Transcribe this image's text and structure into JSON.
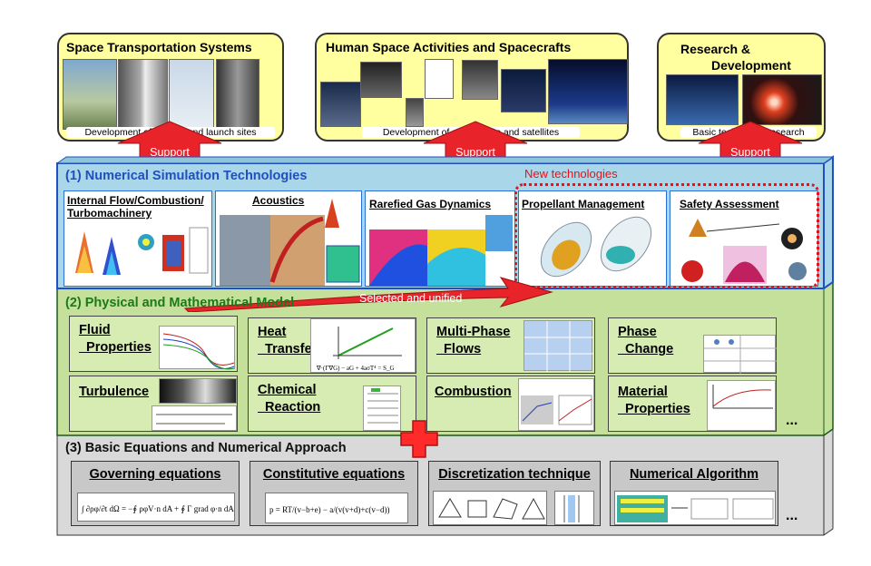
{
  "top": {
    "transport": {
      "title": "Space Transportation Systems",
      "caption": "Development of rockets and launch sites"
    },
    "human": {
      "title": "Human Space Activities and Spacecrafts",
      "caption": "Development of spacecrafts and satellites"
    },
    "research": {
      "title_line1": "Research &",
      "title_line2": "Development",
      "caption": "Basic technology research"
    }
  },
  "arrows": {
    "support": "Support",
    "selected": "Selected and unified"
  },
  "layer1": {
    "title": "(1) Numerical Simulation Technologies",
    "new_technologies": "New technologies",
    "panels": [
      {
        "label": "Internal Flow/Combustion/ Turbomachinery"
      },
      {
        "label": "Acoustics"
      },
      {
        "label": "Rarefied Gas Dynamics"
      },
      {
        "label": "Propellant Management"
      },
      {
        "label": "Safety Assessment"
      }
    ]
  },
  "layer2": {
    "title": "(2) Physical and Mathematical Model",
    "models": [
      {
        "label": "Fluid\n  Properties"
      },
      {
        "label": "Heat\n  Transfer"
      },
      {
        "label": "Multi-Phase\n  Flows"
      },
      {
        "label": "Phase\n  Change"
      },
      {
        "label": "Turbulence"
      },
      {
        "label": "Chemical\n  Reaction"
      },
      {
        "label": "Combustion"
      },
      {
        "label": "Material\n  Properties"
      }
    ],
    "ellipsis": "..."
  },
  "layer3": {
    "title": "(3) Basic Equations and Numerical Approach",
    "boxes": [
      {
        "label": "Governing equations"
      },
      {
        "label": "Constitutive equations"
      },
      {
        "label": "Discretization technique"
      },
      {
        "label": "Numerical Algorithm"
      }
    ],
    "ellipsis": "..."
  },
  "colors": {
    "top_box": "#ffffa0",
    "layer1_bg": "#a9d6e8",
    "layer1_border": "#2a6fd6",
    "layer2_bg": "#c4e09a",
    "layer3_bg": "#d9d9d9",
    "arrow_red": "#e8242a",
    "title_blue": "#1f4fc0",
    "title_green": "#1a7a1a"
  }
}
